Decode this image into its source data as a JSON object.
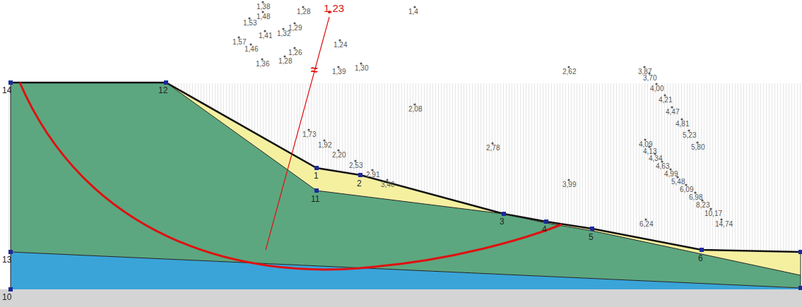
{
  "diagram": {
    "labels": [
      "1,23",
      "≈",
      "14",
      "12",
      "1",
      "2",
      "11",
      "3",
      "4",
      "5",
      "6",
      "13",
      "10",
      "1,38",
      "1,28",
      "1,4",
      "1,48",
      "1,53",
      "1,29",
      "1,32",
      "1,57",
      "1,41",
      "1,46",
      "1,24",
      "1,26",
      "1,36",
      "1,28",
      "1,39",
      "1,30",
      "2,62",
      "3,87",
      "3,70",
      "4,00",
      "4,21",
      "4,47",
      "4,81",
      "5,23",
      "5,80",
      "2,08",
      "1,73",
      "1,92",
      "2,20",
      "2,53",
      "2,91",
      "3,40",
      "2,78",
      "3,99",
      "4,09",
      "4,13",
      "4,34",
      "4,63",
      "4,99",
      "5,48",
      "6,09",
      "6,98",
      "8,23",
      "10,17",
      "14,74",
      "6,24"
    ]
  }
}
